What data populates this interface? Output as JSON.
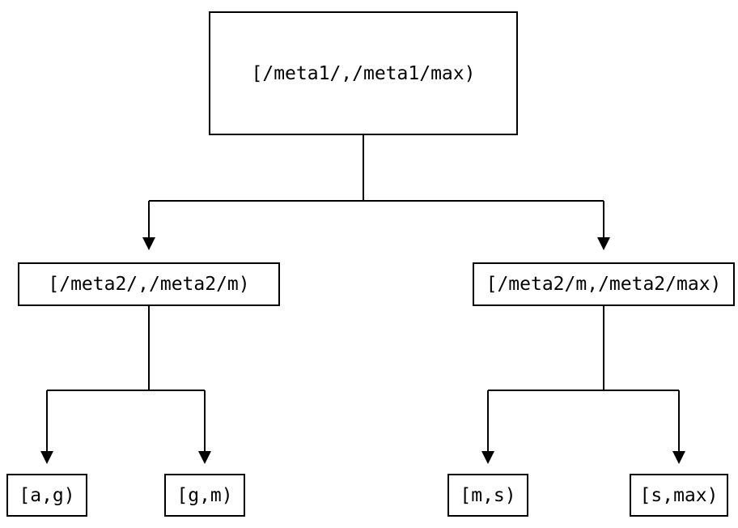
{
  "diagram": {
    "type": "binary-tree",
    "root": {
      "label": "[/meta1/,/meta1/max)"
    },
    "level2": [
      {
        "label": "[/meta2/,/meta2/m)"
      },
      {
        "label": "[/meta2/m,/meta2/max)"
      }
    ],
    "leaves": [
      {
        "label": "[a,g)"
      },
      {
        "label": "[g,m)"
      },
      {
        "label": "[m,s)"
      },
      {
        "label": "[s,max)"
      }
    ],
    "colors": {
      "background": "#ffffff",
      "line": "#000000",
      "text": "#000000",
      "box_border": "#000000"
    }
  }
}
